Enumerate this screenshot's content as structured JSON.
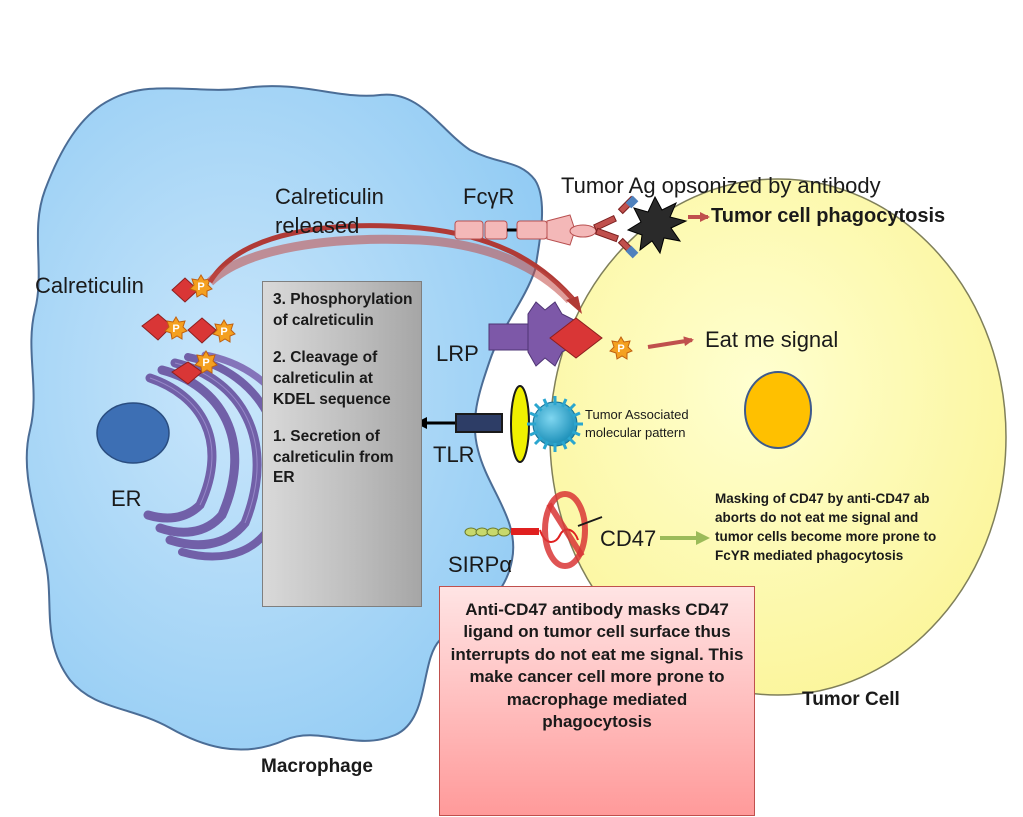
{
  "labels": {
    "calreticulin": "Calreticulin",
    "calreticulin_released_line1": "Calreticulin",
    "calreticulin_released_line2": "released",
    "fcyr": "FcγR",
    "tumor_ag": "Tumor Ag opsonized by antibody",
    "tumor_cell_phagocytosis": "Tumor cell phagocytosis",
    "lrp": "LRP",
    "eat_me_signal": "Eat me signal",
    "tlr": "TLR",
    "tamp": "Tumor Associated molecular pattern",
    "er": "ER",
    "sirpa": "SIRPα",
    "cd47": "CD47",
    "masking_note": "Masking of CD47 by anti-CD47 ab aborts do not eat me signal and tumor cells become more prone to FcYR mediated phagocytosis",
    "tumor_cell": "Tumor Cell",
    "macrophage": "Macrophage",
    "phospho_marker": "P"
  },
  "steps_box": {
    "step3": "3. Phosphorylation of calreticulin",
    "step2": "2. Cleavage of calreticulin at KDEL sequence",
    "step1": "1. Secretion of calreticulin from ER"
  },
  "anti_cd47_box": {
    "text": "Anti-CD47 antibody masks CD47  ligand on tumor cell surface thus interrupts do not eat me signal. This make cancer cell more prone to macrophage mediated phagocytosis"
  },
  "colors": {
    "macrophage_fill": "#a8d6f7",
    "tumor_fill": "#ffffb0",
    "nucleus_tumor": "#ffc000",
    "nucleus_er": "#3d6fb4",
    "er_stack": "#7160a8",
    "calreticulin": "#d93636",
    "phospho": "#f4a020",
    "lrp": "#7d58a8",
    "arrow_red": "#c0504d",
    "arrow_green": "#9bbb59",
    "tamp": "#2aa6cf",
    "tlr_yellow": "#f0f000",
    "fc_receptor": "#f4b8b8"
  },
  "icons": [
    "calreticulin-phospho-icon",
    "antibody-icon",
    "tumor-antigen-star-icon",
    "tamp-spiky-icon",
    "prohibition-icon"
  ]
}
